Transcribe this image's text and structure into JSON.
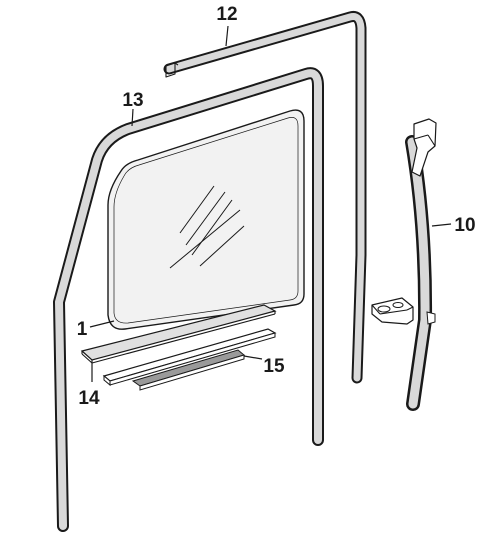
{
  "callouts": {
    "c1": "1",
    "c10": "10",
    "c12": "12",
    "c13": "13",
    "c14": "14",
    "c15": "15"
  },
  "colors": {
    "ink": "#1a1a1a",
    "seal": "#d9d9d9",
    "glass_tint": "#f2f2f2",
    "shadow": "#9a9a9a"
  }
}
